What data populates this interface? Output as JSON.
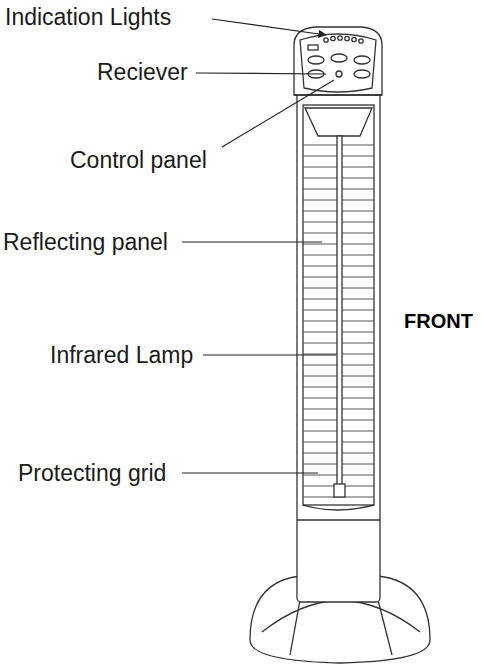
{
  "diagram": {
    "labels": [
      "Indication Lights",
      "Reciever",
      "Control panel",
      "Reflecting panel",
      "FRONT",
      "Infrared Lamp",
      "Protecting grid"
    ]
  }
}
